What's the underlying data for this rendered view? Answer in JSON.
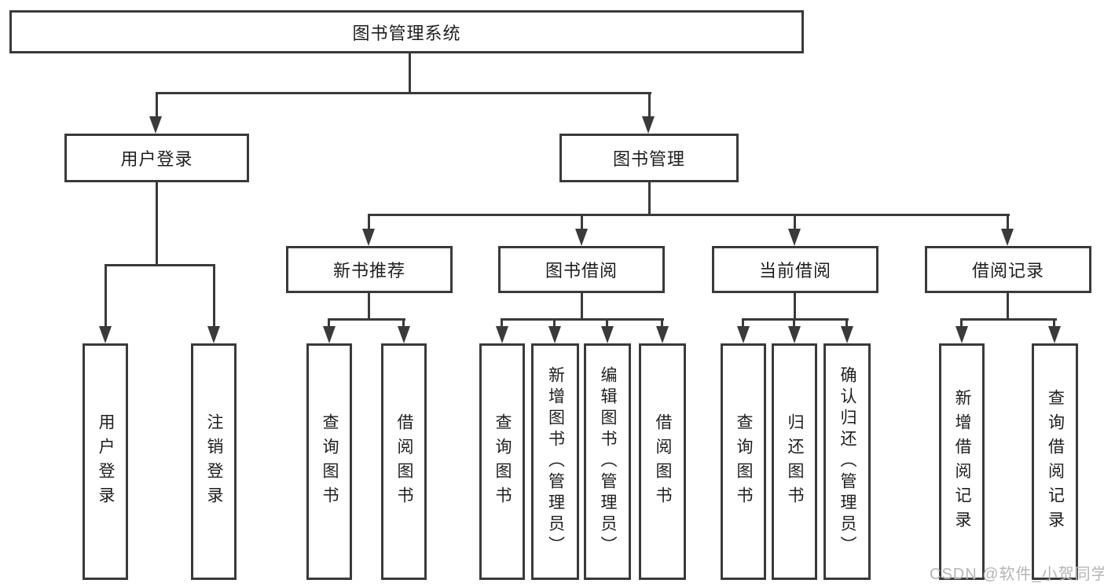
{
  "diagram": {
    "root": {
      "label": "图书管理系统"
    },
    "branches": [
      {
        "label": "用户登录",
        "children": [
          {
            "label": "用户登录"
          },
          {
            "label": "注销登录"
          }
        ]
      },
      {
        "label": "图书管理",
        "children": [
          {
            "label": "新书推荐",
            "children": [
              {
                "label": "查询图书"
              },
              {
                "label": "借阅图书"
              }
            ]
          },
          {
            "label": "图书借阅",
            "children": [
              {
                "label": "查询图书"
              },
              {
                "label": "新增图书（管理员）"
              },
              {
                "label": "编辑图书（管理员）"
              },
              {
                "label": "借阅图书"
              }
            ]
          },
          {
            "label": "当前借阅",
            "children": [
              {
                "label": "查询图书"
              },
              {
                "label": "归还图书"
              },
              {
                "label": "确认归还（管理员）"
              }
            ]
          },
          {
            "label": "借阅记录",
            "children": [
              {
                "label": "新增借阅记录"
              },
              {
                "label": "查询借阅记录"
              }
            ]
          }
        ]
      }
    ],
    "watermark": "CSDN @软件_小贺同学",
    "colors": {
      "line": "#3a3a3a",
      "box_border": "#3a3a3a",
      "text": "#1e1e1e",
      "watermark": "#b5b5b5",
      "background": "#ffffff"
    }
  }
}
